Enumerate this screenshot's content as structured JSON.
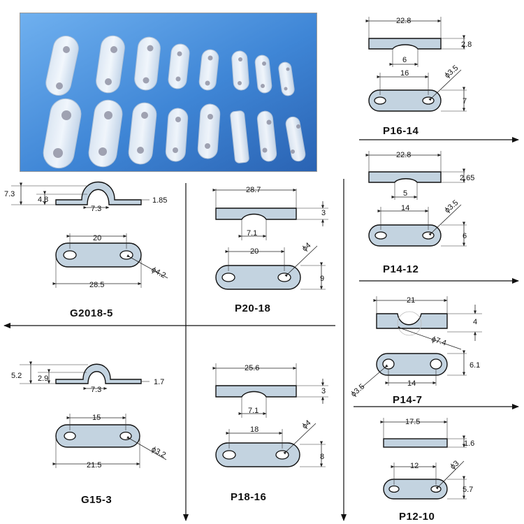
{
  "labels": {
    "g2018": "G2018-5",
    "g15": "G15-3",
    "p2018": "P20-18",
    "p1816": "P18-16",
    "p1614": "P16-14",
    "p1412": "P14-12",
    "p147": "P14-7",
    "p1210": "P12-10"
  },
  "dims": {
    "g2018": {
      "h_total": "7.3",
      "h_inner": "4.8",
      "gap": "7.3",
      "thick": "1.85",
      "pitch": "20",
      "length": "28.5",
      "hole": "ϕ4.2"
    },
    "g15": {
      "h_total": "5.2",
      "h_inner": "2.9",
      "gap": "7.3",
      "thick": "1.7",
      "pitch": "15",
      "length": "21.5",
      "hole": "ϕ3.2"
    },
    "p2018": {
      "length": "28.7",
      "thick": "3",
      "arc": "7.1",
      "pitch": "20",
      "hole": "ϕ4",
      "width": "9"
    },
    "p1816": {
      "length": "25.6",
      "thick": "3",
      "arc": "7.1",
      "pitch": "18",
      "hole": "ϕ4",
      "width": "8"
    },
    "p1614": {
      "length": "22.8",
      "thick": "2.8",
      "arc": "6",
      "pitch": "16",
      "hole": "ϕ3.5",
      "width": "7"
    },
    "p1412": {
      "length": "22.8",
      "thick": "2.65",
      "arc": "5",
      "pitch": "14",
      "hole": "ϕ3.5",
      "width": "6"
    },
    "p147": {
      "length": "21",
      "height": "4",
      "arc": "ϕ7.4",
      "pitch": "14",
      "hole": "ϕ3.5",
      "width": "6.1"
    },
    "p1210": {
      "length": "17.5",
      "thick": "1.6",
      "pitch": "12",
      "hole": "ϕ3",
      "width": "5.7"
    }
  },
  "colors": {
    "part_fill": "#c3d3e0",
    "photo_bg": "#3f86d6",
    "line": "#111111"
  }
}
